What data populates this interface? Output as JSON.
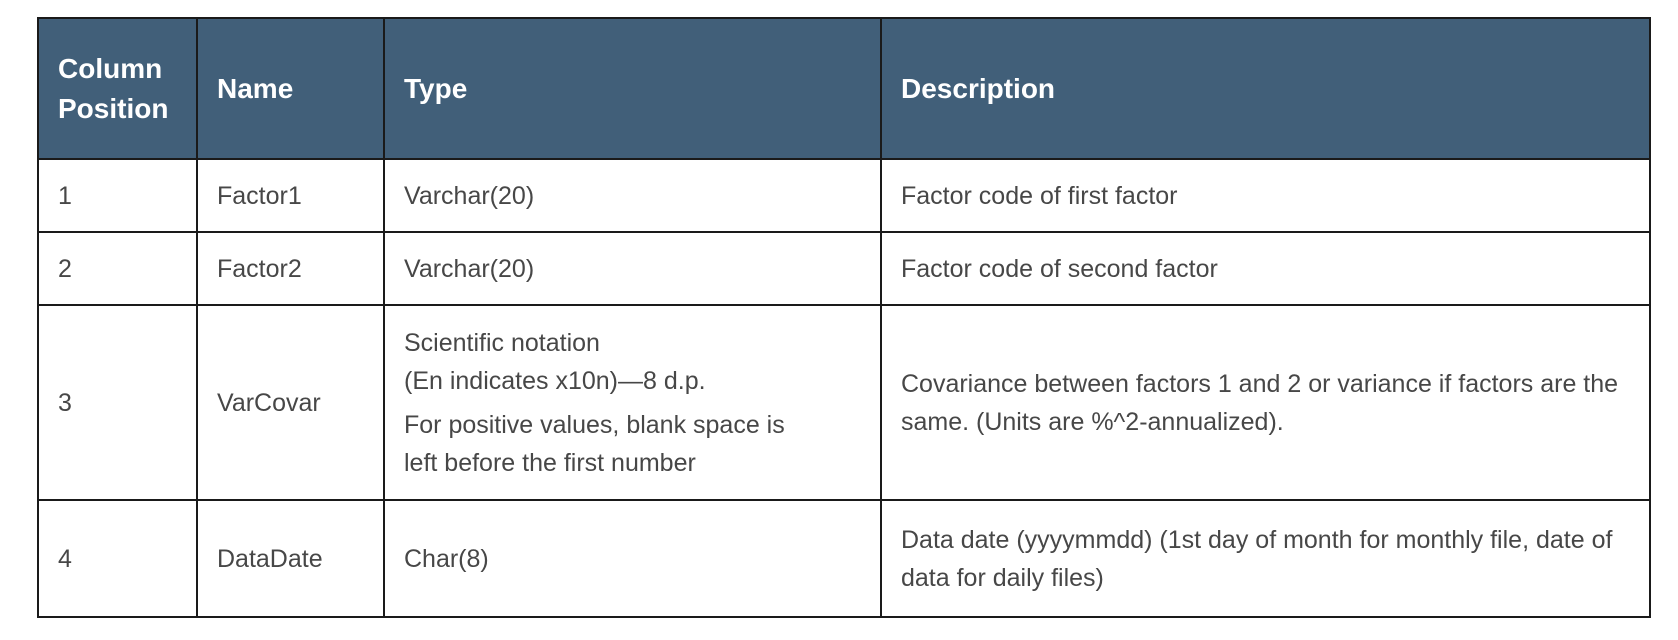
{
  "table": {
    "headers": [
      "Column\nPosition",
      "Name",
      "Type",
      "Description"
    ],
    "header_lines": {
      "position": [
        "Column",
        "Position"
      ]
    },
    "header_color": "#415f79",
    "rows": [
      {
        "position": "1",
        "name": "Factor1",
        "type_lines": [
          "Varchar(20)"
        ],
        "type_note_lines": [],
        "description": "Factor code of first factor"
      },
      {
        "position": "2",
        "name": "Factor2",
        "type_lines": [
          "Varchar(20)"
        ],
        "type_note_lines": [],
        "description": "Factor code of second factor"
      },
      {
        "position": "3",
        "name": "VarCovar",
        "type_lines": [
          "Scientific notation",
          "(En indicates x10n)—8 d.p."
        ],
        "type_note_lines": [
          "For positive values, blank space is",
          "left before the first number"
        ],
        "description": "Covariance between factors 1 and 2 or variance if factors are the same. (Units are %^2-annualized)."
      },
      {
        "position": "4",
        "name": "DataDate",
        "type_lines": [
          "Char(8)"
        ],
        "type_note_lines": [],
        "description": "Data date (yyyymmdd) (1st day of month for monthly file, date of data for daily files)"
      }
    ]
  }
}
